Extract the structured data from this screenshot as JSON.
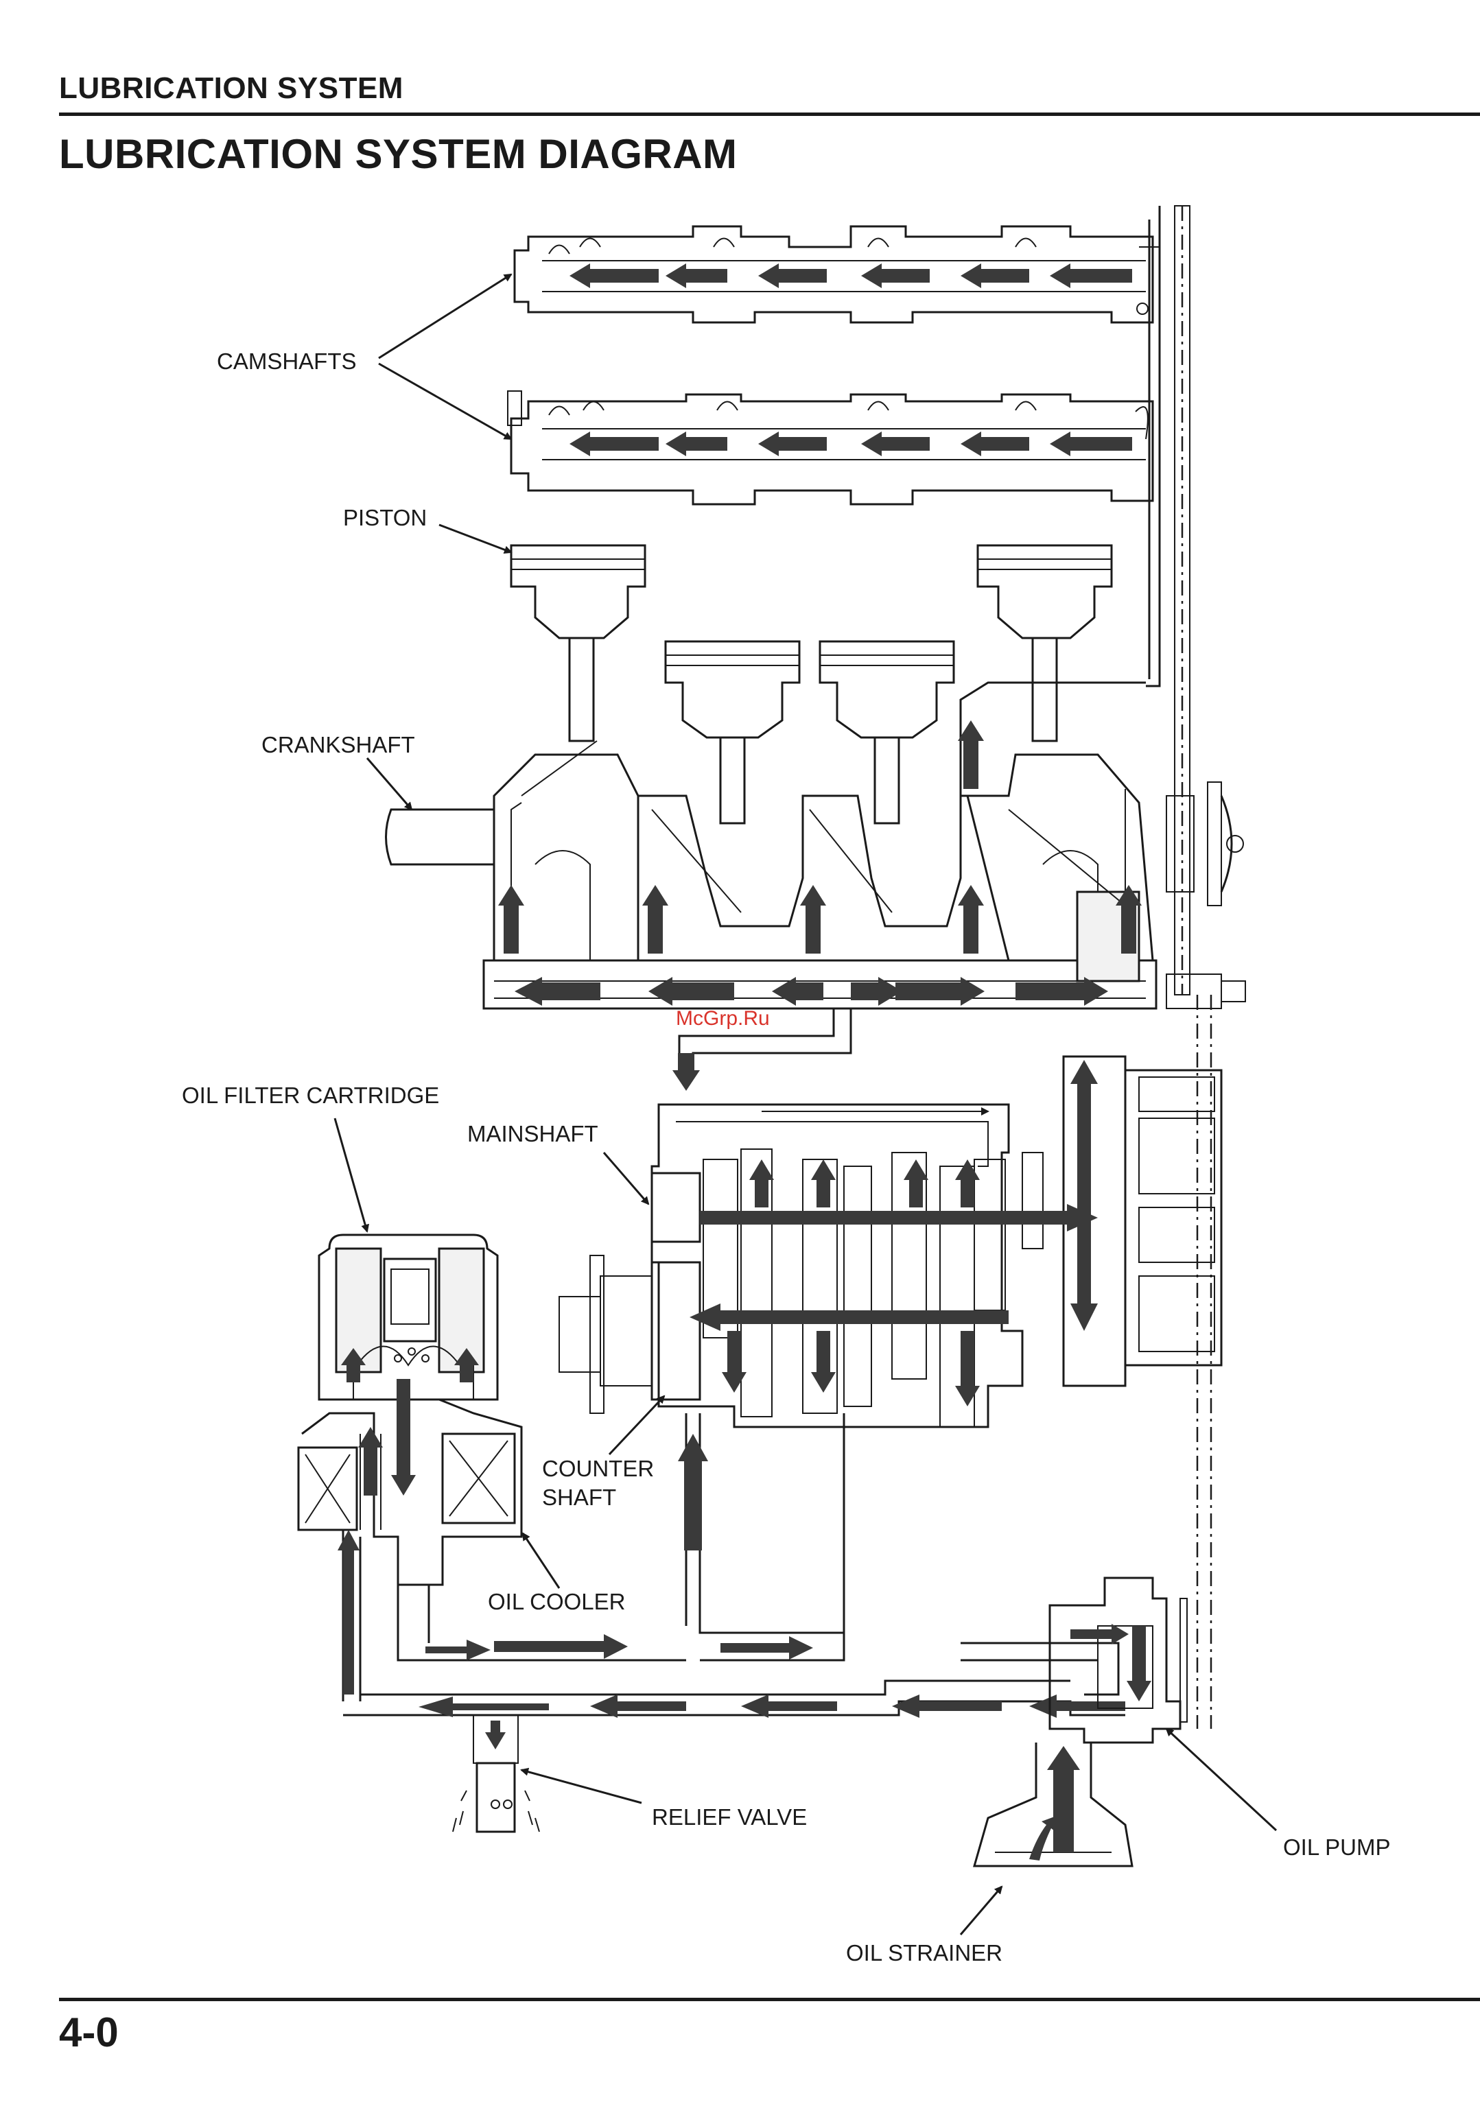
{
  "header": {
    "section_title": "LUBRICATION SYSTEM",
    "diagram_title": "LUBRICATION SYSTEM DIAGRAM"
  },
  "labels": {
    "camshafts": "CAMSHAFTS",
    "piston": "PISTON",
    "crankshaft": "CRANKSHAFT",
    "oil_filter_cartridge": "OIL FILTER CARTRIDGE",
    "mainshaft": "MAINSHAFT",
    "counter_shaft_line1": "COUNTER",
    "counter_shaft_line2": "SHAFT",
    "oil_cooler": "OIL COOLER",
    "relief_valve": "RELIEF VALVE",
    "oil_pump": "OIL PUMP",
    "oil_strainer": "OIL STRAINER"
  },
  "watermark": "McGrp.Ru",
  "footer": {
    "page_number": "4-0"
  },
  "colors": {
    "ink": "#1a1a1a",
    "flow_arrow": "#3a3a3a",
    "watermark": "#d9332b"
  }
}
